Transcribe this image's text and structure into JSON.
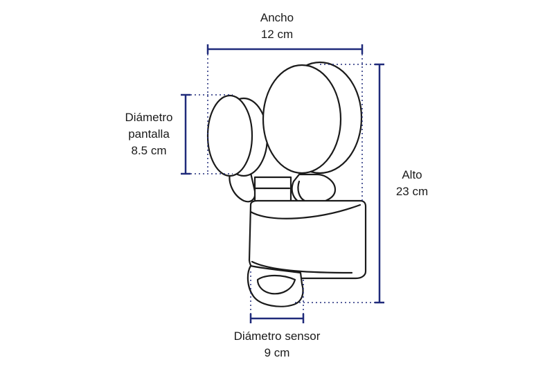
{
  "dimensions": {
    "ancho": {
      "label": "Ancho",
      "value": "12 cm"
    },
    "alto": {
      "label": "Alto",
      "value": "23 cm"
    },
    "diametro_pantalla": {
      "label_line1": "Diámetro",
      "label_line2": "pantalla",
      "value": "8.5 cm"
    },
    "diametro_sensor": {
      "label": "Diámetro sensor",
      "value": "9 cm"
    }
  },
  "colors": {
    "dimension_line": "#1f2a7a",
    "outline": "#1a1a1a",
    "fill": "#ffffff"
  }
}
